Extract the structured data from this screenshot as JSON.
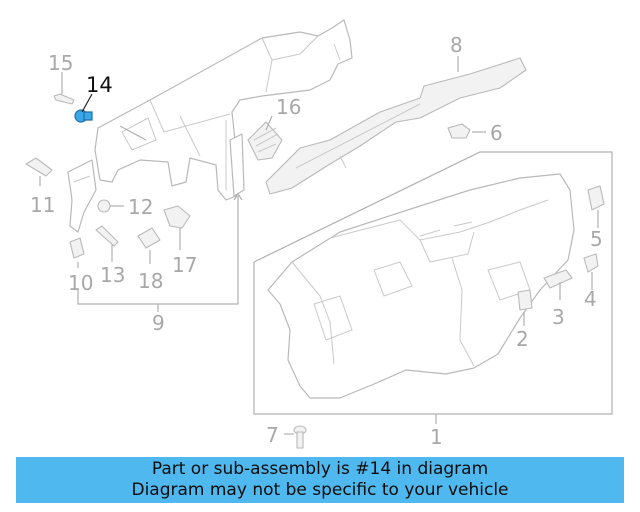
{
  "diagram": {
    "highlight_color": "#3aa7e8",
    "callouts": [
      {
        "id": "c1",
        "label": "1"
      },
      {
        "id": "c2",
        "label": "2"
      },
      {
        "id": "c3",
        "label": "3"
      },
      {
        "id": "c4",
        "label": "4"
      },
      {
        "id": "c5",
        "label": "5"
      },
      {
        "id": "c6",
        "label": "6"
      },
      {
        "id": "c7",
        "label": "7"
      },
      {
        "id": "c8",
        "label": "8"
      },
      {
        "id": "c9",
        "label": "9"
      },
      {
        "id": "c10",
        "label": "10"
      },
      {
        "id": "c11",
        "label": "11"
      },
      {
        "id": "c12",
        "label": "12"
      },
      {
        "id": "c13",
        "label": "13"
      },
      {
        "id": "c14",
        "label": "14"
      },
      {
        "id": "c15",
        "label": "15"
      },
      {
        "id": "c16",
        "label": "16"
      },
      {
        "id": "c17",
        "label": "17"
      },
      {
        "id": "c18",
        "label": "18"
      }
    ]
  },
  "banner": {
    "line1": "Part or sub-assembly is #14 in diagram",
    "line2": "Diagram may not be specific to your vehicle",
    "background": "#4fb8ee"
  }
}
